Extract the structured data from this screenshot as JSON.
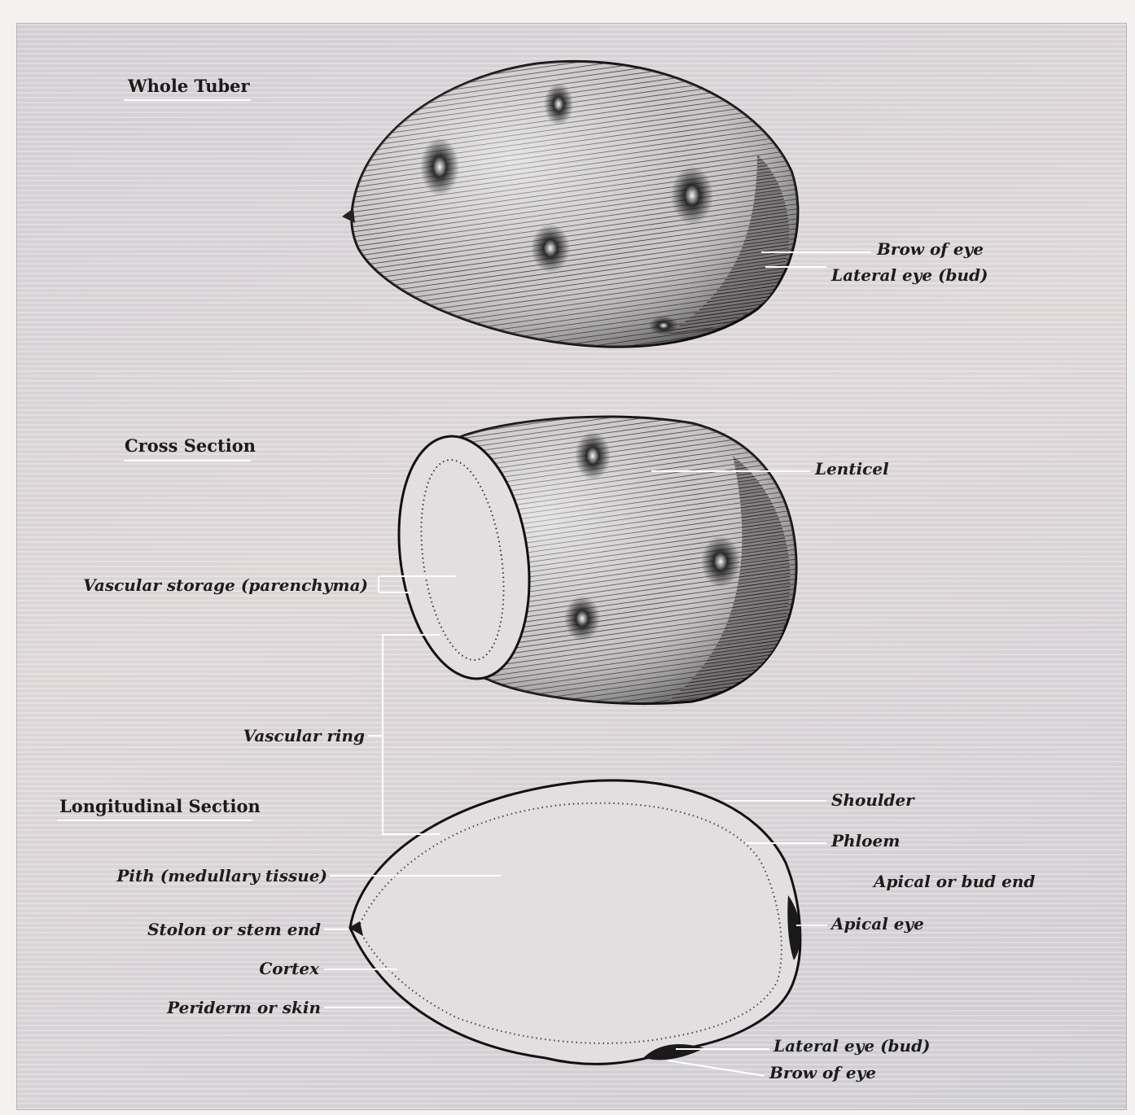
{
  "colors": {
    "background": "#d7d3d6",
    "ink": "#1c1c1c",
    "leader": "#ffffff",
    "skin": "#3a3a3a",
    "flesh": "#e3dfe1"
  },
  "sections": {
    "whole_tuber": {
      "title": "Whole Tuber",
      "labels": {
        "brow_of_eye": "Brow of eye",
        "lateral_eye": "Lateral eye (bud)"
      }
    },
    "cross_section": {
      "title": "Cross Section",
      "labels": {
        "lenticel": "Lenticel",
        "vascular_storage": "Vascular storage (parenchyma)",
        "vascular_ring": "Vascular ring"
      }
    },
    "longitudinal_section": {
      "title": "Longitudinal Section",
      "labels": {
        "shoulder": "Shoulder",
        "phloem": "Phloem",
        "apical_end": "Apical or bud end",
        "apical_eye": "Apical eye",
        "pith": "Pith (medullary tissue)",
        "stolon_end": "Stolon or stem end",
        "cortex": "Cortex",
        "periderm": "Periderm or skin",
        "lateral_eye": "Lateral eye (bud)",
        "brow_of_eye": "Brow of eye"
      }
    }
  }
}
